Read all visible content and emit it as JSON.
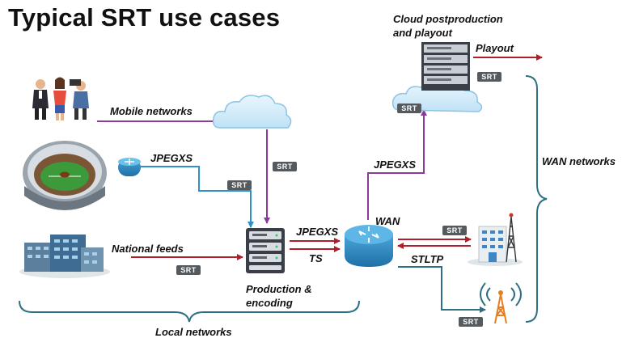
{
  "title": "Typical SRT use cases",
  "labels": {
    "mobile_networks": "Mobile networks",
    "jpegxs_router": "JPEGXS",
    "national_feeds": "National feeds",
    "jpegxs_out": "JPEGXS",
    "ts": "TS",
    "production": "Production &",
    "encoding": "encoding",
    "local_networks": "Local networks",
    "wan": "WAN",
    "jpegxs_up": "JPEGXS",
    "stltp": "STLTP",
    "cloud_line1": "Cloud postproduction",
    "cloud_line2": "and playout",
    "playout": "Playout",
    "wan_networks": "WAN networks"
  },
  "badge_text": "SRT",
  "colors": {
    "purple": "#8b3a9c",
    "red": "#b11d28",
    "blue": "#2f8fc8",
    "teal": "#2e6f86",
    "badge": "#555a5e"
  }
}
